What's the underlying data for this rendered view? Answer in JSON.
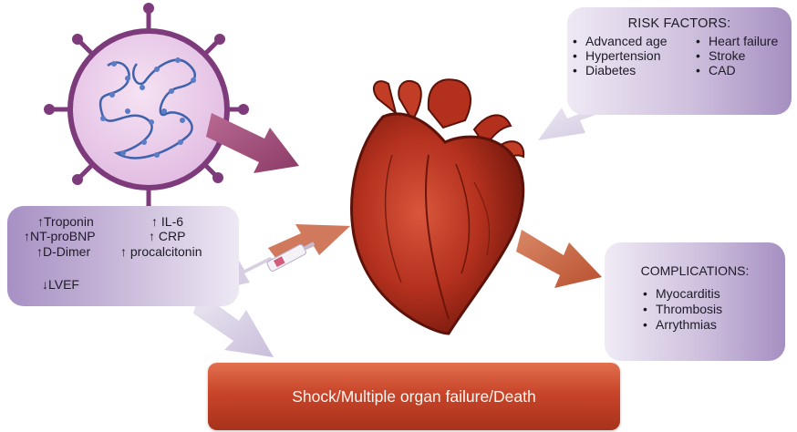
{
  "risk_factors": {
    "title": "RISK FACTORS:",
    "col1": [
      "Advanced age",
      "Hypertension",
      "Diabetes"
    ],
    "col2": [
      "Heart failure",
      "Stroke",
      "CAD"
    ]
  },
  "biomarkers": {
    "troponin": "↑Troponin",
    "il6": "↑ IL-6",
    "ntprobnp": "↑NT-proBNP",
    "crp": "↑ CRP",
    "ddimer": "↑D-Dimer",
    "procalcitonin": "↑ procalcitonin",
    "lvef": "↓LVEF"
  },
  "complications": {
    "title": "COMPLICATIONS:",
    "items": [
      "Myocarditis",
      "Thrombosis",
      "Arrythmias"
    ]
  },
  "outcome": {
    "label": "Shock/Multiple organ failure/Death"
  },
  "colors": {
    "virus_fill": "#e7c7e8",
    "virus_outline": "#7e3b7c",
    "rna_strand": "#3f62ad",
    "heart_red": "#b7321f",
    "arrow_lavender": "#d9d1e6",
    "arrow_virus": "#a7507f",
    "arrow_heart": "#c9653f",
    "outcome_box": "#c8452a"
  },
  "icons": [
    "virus-icon",
    "heart-illustration",
    "syringe-icon"
  ]
}
